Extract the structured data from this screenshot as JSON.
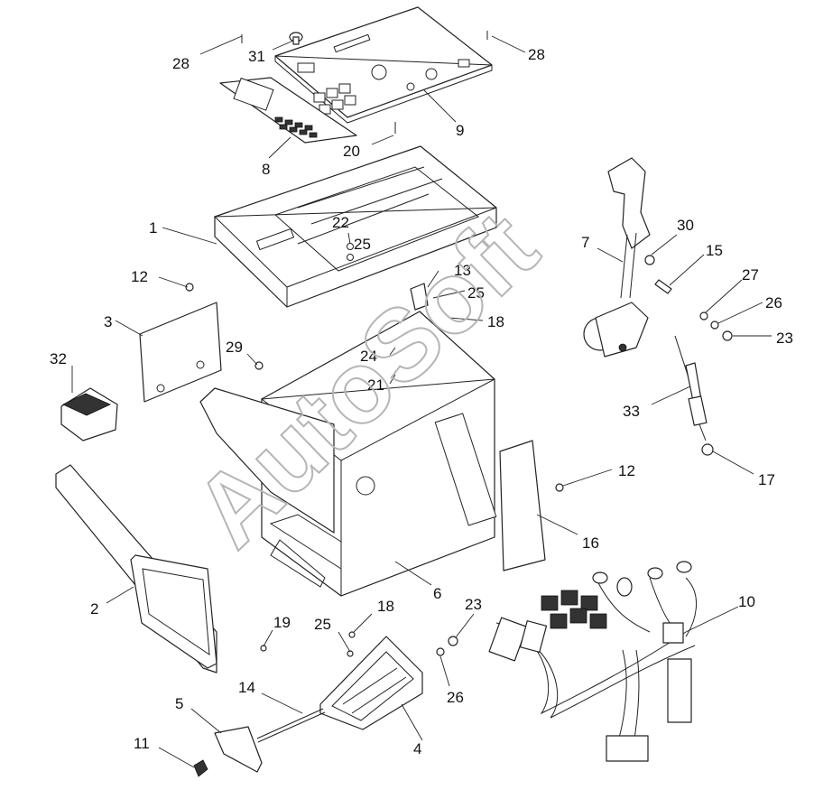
{
  "watermark": "AutoSoft",
  "part_labels": {
    "p1": "1",
    "p2": "2",
    "p3": "3",
    "p4": "4",
    "p5": "5",
    "p6": "6",
    "p7": "7",
    "p8": "8",
    "p9": "9",
    "p10": "10",
    "p11": "11",
    "p12a": "12",
    "p12b": "12",
    "p13": "13",
    "p14": "14",
    "p15": "15",
    "p16": "16",
    "p17": "17",
    "p18a": "18",
    "p18b": "18",
    "p19": "19",
    "p20": "20",
    "p21": "21",
    "p22": "22",
    "p23a": "23",
    "p23b": "23",
    "p24": "24",
    "p25a": "25",
    "p25b": "25",
    "p25c": "25",
    "p26a": "26",
    "p26b": "26",
    "p27": "27",
    "p28a": "28",
    "p28b": "28",
    "p29": "29",
    "p30": "30",
    "p31": "31",
    "p32": "32",
    "p33": "33"
  }
}
